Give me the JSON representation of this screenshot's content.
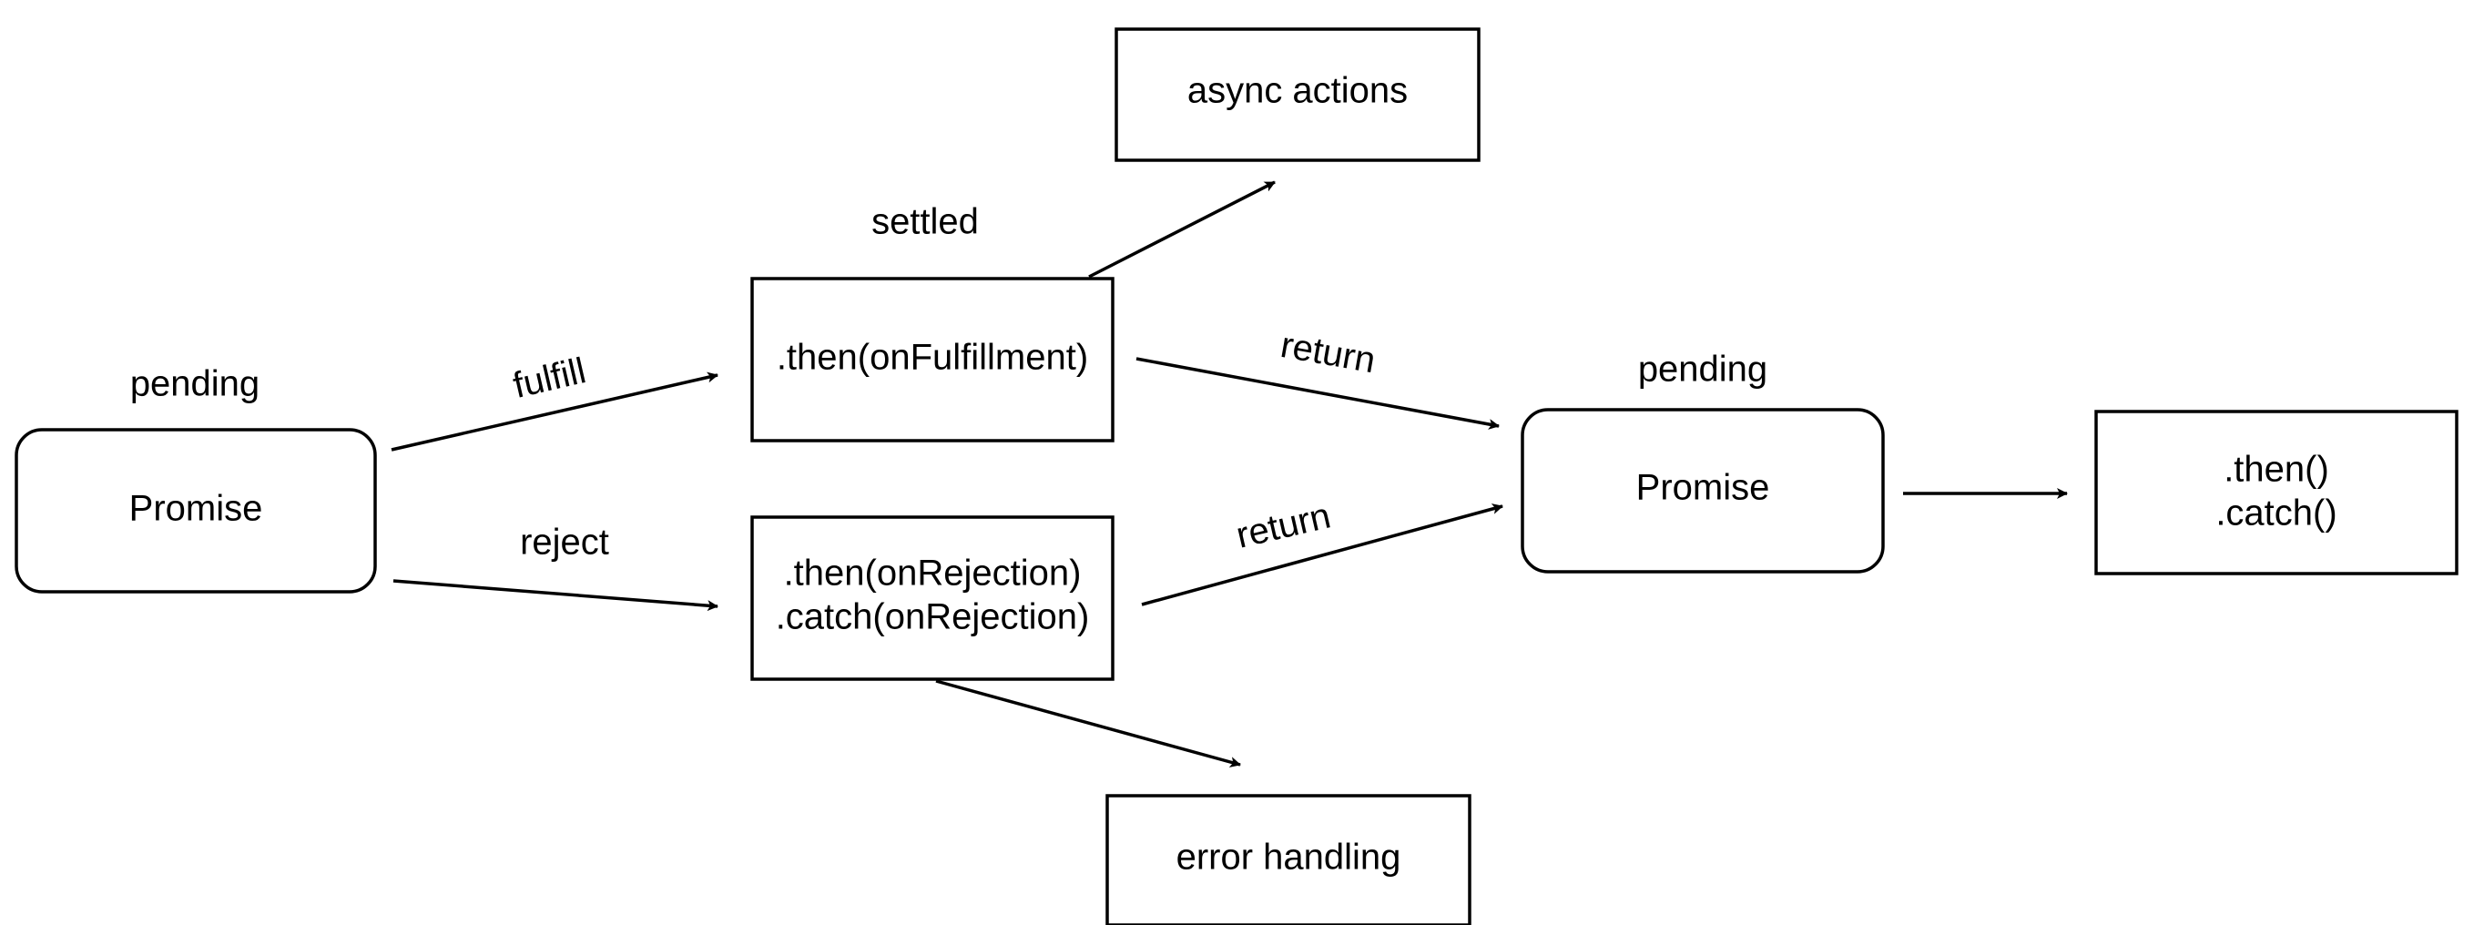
{
  "state_labels": {
    "pending_left": "pending",
    "settled": "settled",
    "pending_right": "pending"
  },
  "nodes": {
    "promise_left": "Promise",
    "then_fulfillment": ".then(onFulfillment)",
    "then_rejection_line1": ".then(onRejection)",
    "then_rejection_line2": ".catch(onRejection)",
    "async_actions": "async actions",
    "error_handling": "error handling",
    "promise_right": "Promise",
    "then_catch_line1": ".then()",
    "then_catch_line2": ".catch()"
  },
  "edge_labels": {
    "fulfill": "fulfill",
    "reject": "reject",
    "return_top": "return",
    "return_bottom": "return"
  }
}
